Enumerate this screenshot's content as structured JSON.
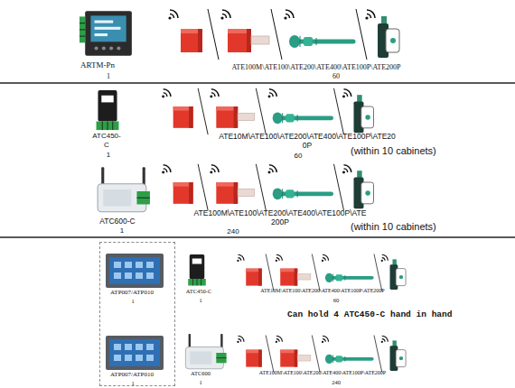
{
  "diagram": {
    "nodes": [
      {
        "text": [
          "ATP007/ATP010",
          "1",
          "ATP007/ATP010",
          "1"
        ]
      }
    ],
    "labels": [
      "ARTM-Pn",
      "1",
      "ATE100M\\ATE100\\ATE200\\ATE400\\ATE100P\\ATE200P",
      "60",
      "ATC450- C",
      "1",
      "ATE10M\\ATE100\\ATE200\\ATE400\\ATE100P\\ATE20 0P",
      "60",
      "(within 10 cabinets)",
      "ATC600-C",
      "1",
      "ATE100M\\ATE100\\ATE200\\ATE400\\ATE100P\\ATE 200P",
      "240",
      "(within 10 cabinets)",
      "ATC450-C",
      "1",
      "ATE10M\\ATE100\\ATE200\\ATE400\\ATE100P\\ATE200P",
      "60",
      "Can hold 4 ATC450-C hand in hand",
      "ATC600",
      "1",
      "ATE100M\\ATE100\\ATE200\\ATE400\\ATE100P\\ATE200P",
      "240"
    ]
  }
}
